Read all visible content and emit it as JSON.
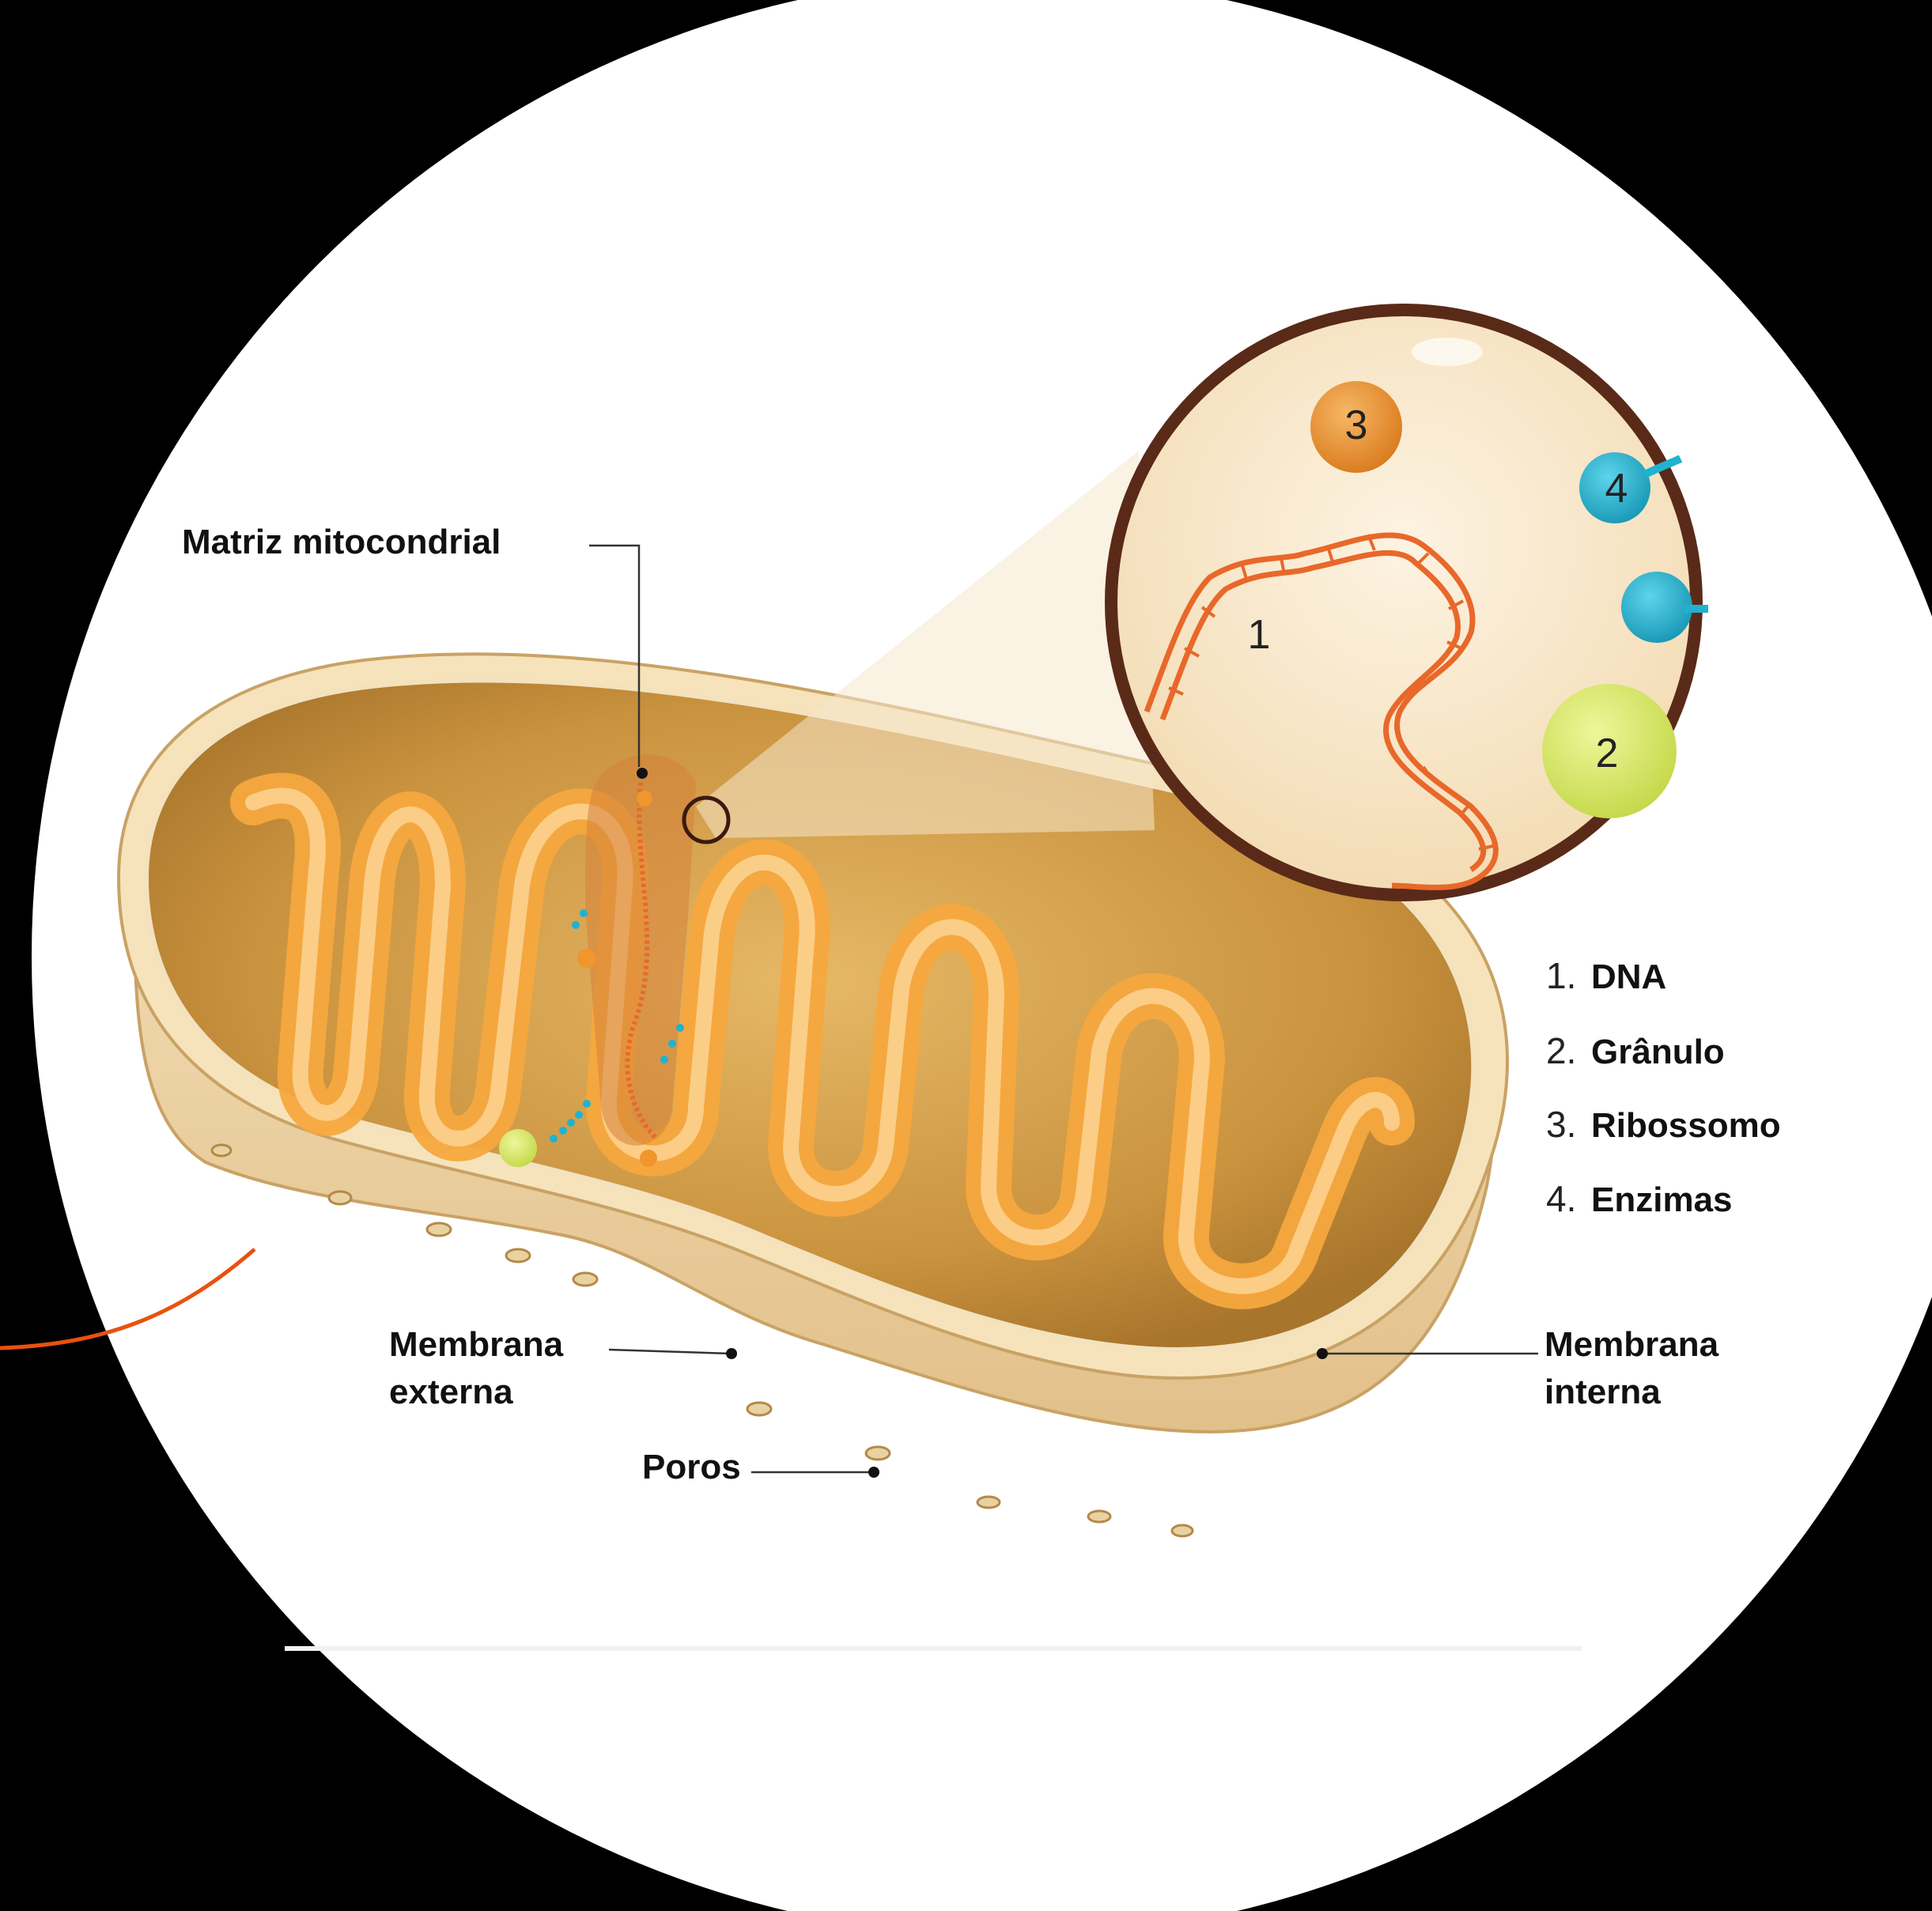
{
  "labels": {
    "matrix": "Matriz mitocondrial",
    "outer_membrane_line1": "Membrana",
    "outer_membrane_line2": "externa",
    "pores": "Poros",
    "inner_membrane_line1": "Membrana",
    "inner_membrane_line2": "interna"
  },
  "inset_numbers": {
    "n1": "1",
    "n2": "2",
    "n3": "3",
    "n4": "4"
  },
  "legend": [
    {
      "num": "1.",
      "text": "DNA"
    },
    {
      "num": "2.",
      "text": "Grânulo"
    },
    {
      "num": "3.",
      "text": "Ribossomo"
    },
    {
      "num": "4.",
      "text": "Enzimas"
    }
  ],
  "colors": {
    "background": "#000000",
    "circle": "#ffffff",
    "accent_line": "#e8520f",
    "cristae": "#f6a83e",
    "matrix": "#d9a552",
    "dna": "#e8682a",
    "ribosome": "#f0962c",
    "enzyme": "#1fb3cf",
    "granule": "#d8ea60",
    "inset_ring": "#5a2a18"
  }
}
